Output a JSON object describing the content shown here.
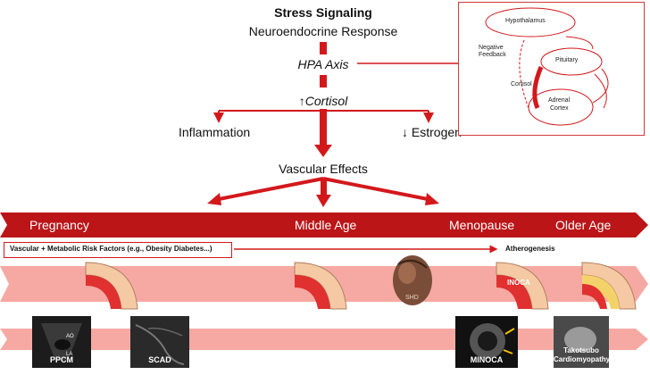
{
  "header": {
    "title": "Stress Signaling",
    "subtitle": "Neuroendocrine Response",
    "axis": "HPA Axis",
    "cortisol": "↑Cortisol",
    "inflammation": "Inflammation",
    "estrogen": "↓ Estrogen",
    "vascular": "Vascular Effects"
  },
  "inset": {
    "hypothalamus": "Hypothalamus",
    "pituitary": "Pituitary",
    "adrenal_line1": "Adrenal",
    "adrenal_line2": "Cortex",
    "cortisol": "Cortisol",
    "feedback_line1": "Negative",
    "feedback_line2": "Feedback"
  },
  "stages": [
    "Pregnancy",
    "Middle Age",
    "Menopause",
    "Older Age"
  ],
  "risk_factors": "Vascular + Metabolic Risk Factors (e.g., Obesity Diabetes...)",
  "atherogenesis": "Atherogenesis",
  "vessel_labels": {
    "inoca": "INOCA",
    "heart": "SHD"
  },
  "images": {
    "ppcm": "PPCM",
    "scad": "SCAD",
    "minoca": "MINOCA",
    "takotsubo_line1": "Takotsubo",
    "takotsubo_line2": "Cardiomyopathy",
    "echo_ao": "AO",
    "echo_la": "LA"
  },
  "colors": {
    "accent": "#c8181e",
    "band": "#f6a9a3",
    "band_dark": "#e88880"
  }
}
